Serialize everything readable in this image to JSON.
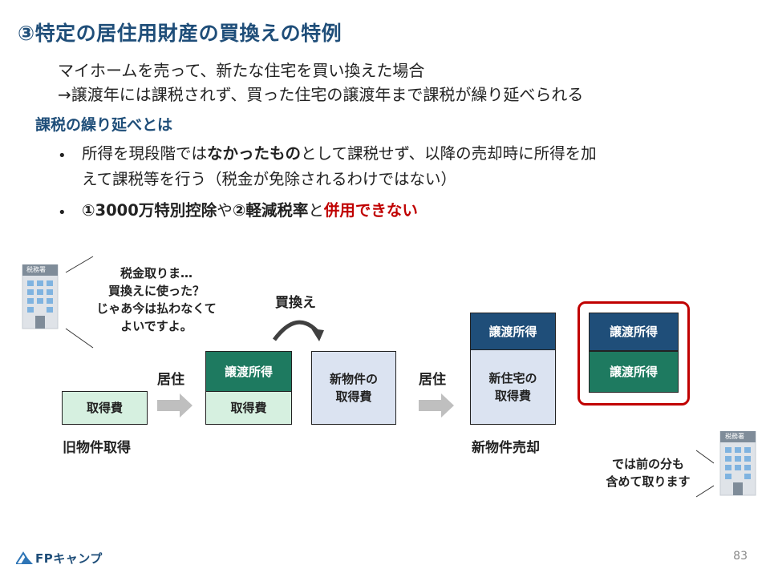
{
  "title": "③特定の居住用財産の買換えの特例",
  "intro": {
    "line1": "マイホームを売って、新たな住宅を買い換えた場合",
    "line2": "→譲渡年には課税されず、買った住宅の譲渡年まで課税が繰り延べられる"
  },
  "subheading": "課税の繰り延べとは",
  "bullets": [
    {
      "parts": [
        "所得を現段階では",
        "なかったもの",
        "として課税せず、以降の売却時に所得を加",
        "えて課税等を行う（税金が免除されるわけではない）"
      ]
    },
    {
      "parts": [
        "①3000万特別控除",
        "や",
        "②軽減税率",
        "と",
        "併用できない"
      ]
    }
  ],
  "diagram": {
    "tax_office_sign": "税務署",
    "speech_top": [
      "税金取りま…",
      "買換えに使った？",
      "じゃあ今は払わなくて",
      "よいですよ。"
    ],
    "speech_bottom": [
      "では前の分も",
      "含めて取ります"
    ],
    "box_acq_cost": "取得費",
    "label_old_acquire": "旧物件取得",
    "arrow1_label": "居住",
    "box_transfer_income": "譲渡所得",
    "box_acq_cost2": "取得費",
    "replace_label": "買換え",
    "box_new_property_cost": [
      "新物件の",
      "取得費"
    ],
    "arrow2_label": "居住",
    "box_transfer_income2": "譲渡所得",
    "box_new_home_cost": [
      "新住宅の",
      "取得費"
    ],
    "label_new_sale": "新物件売却",
    "box_result_top": "譲渡所得",
    "box_result_bottom": "譲渡所得"
  },
  "footer": {
    "logo": "FPキャンプ",
    "page_number": "83"
  },
  "colors": {
    "title": "#1f4e79",
    "navy": "#1f4e79",
    "dark_green": "#1e7a60",
    "light_green": "#d6f0e0",
    "light_blue": "#dbe3f1",
    "highlight_border": "#c00000"
  }
}
